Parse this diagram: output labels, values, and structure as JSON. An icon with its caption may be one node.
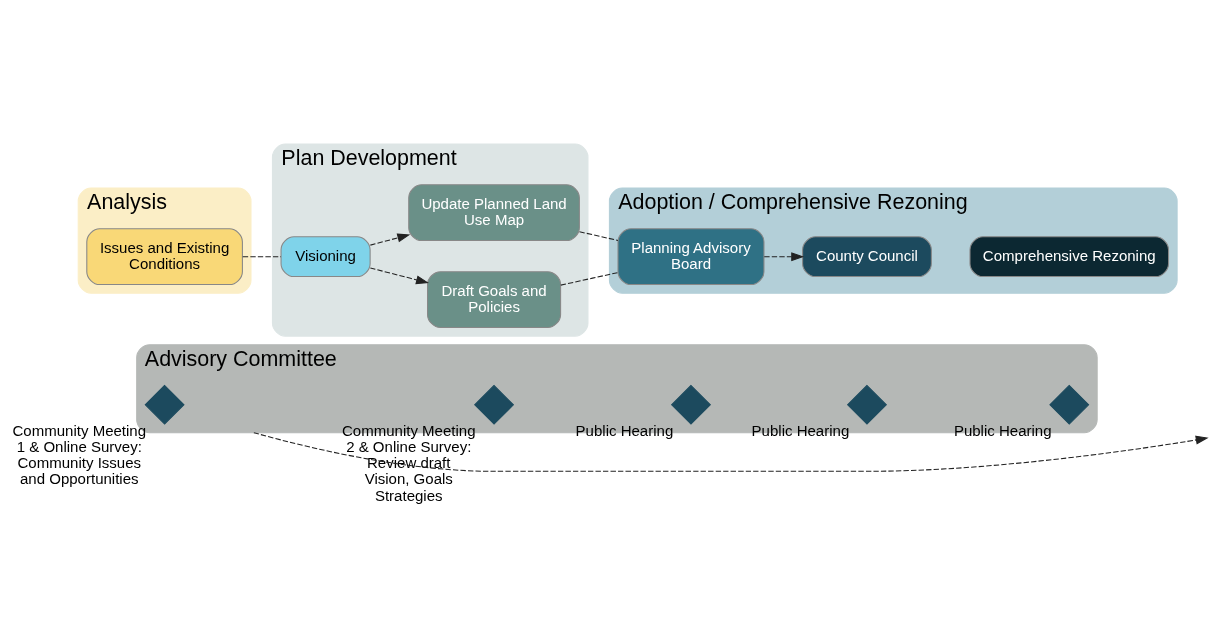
{
  "diagram": {
    "nodes": [
      {
        "text": [
          "Analysis"
        ]
      },
      {
        "text": [
          "Issues and Existing Conditions"
        ],
        "in": 0
      },
      {
        "text": [
          "Plan Development"
        ]
      },
      {
        "text": [
          "Visioning"
        ],
        "in": 2
      },
      {
        "text": [
          "Draft Goals and Policies"
        ],
        "in": 2
      },
      {
        "text": [
          "Update Planned Land Use Map"
        ],
        "in": 2
      },
      {
        "text": [
          "Adoption / Comprehensive Rezoning"
        ]
      },
      {
        "text": [
          "Planning Advisory Board"
        ],
        "in": 6
      },
      {
        "text": [
          "County Council"
        ],
        "in": 6
      },
      {
        "text": [
          "Comprehensive Rezoning"
        ],
        "in": 6
      },
      {
        "text": [
          "Advisory Committee"
        ]
      },
      {
        "text": [],
        "shape": "diamond",
        "in": 10,
        "beside": [
          "Community Meeting 1 & Online Survey: Community Issues and Opportunities"
        ]
      },
      {
        "text": [],
        "shape": "diamond",
        "in": 10,
        "beside": [
          "Community Meeting 2 & Online Survey: Review draft Vision, Goals Strategies"
        ]
      },
      {
        "text": [],
        "shape": "diamond",
        "in": 10,
        "beside": [
          "Public Hearing"
        ]
      },
      {
        "text": [],
        "shape": "diamond",
        "in": 10,
        "beside": [
          "Public Hearing"
        ]
      },
      {
        "text": [],
        "shape": "diamond",
        "in": 10,
        "beside": [
          "Public Hearing"
        ]
      }
    ],
    "edges": [
      {
        "from": 1,
        "to": 3,
        "arrow": "none",
        "style": "dashed"
      },
      {
        "from": 3,
        "to": 4,
        "arrow": "to",
        "style": "dashed"
      },
      {
        "from": 3,
        "to": 5,
        "arrow": "to",
        "style": "dashed"
      },
      {
        "from": 4,
        "to": 7,
        "arrow": "none",
        "style": "dashed"
      },
      {
        "from": 5,
        "to": 7,
        "arrow": "none",
        "style": "dashed"
      },
      {
        "from": 7,
        "to": 8,
        "arrow": "to",
        "style": "dashed"
      },
      {
        "from": 10,
        "to": null,
        "arrow": "to",
        "style": "dashed"
      }
    ]
  }
}
